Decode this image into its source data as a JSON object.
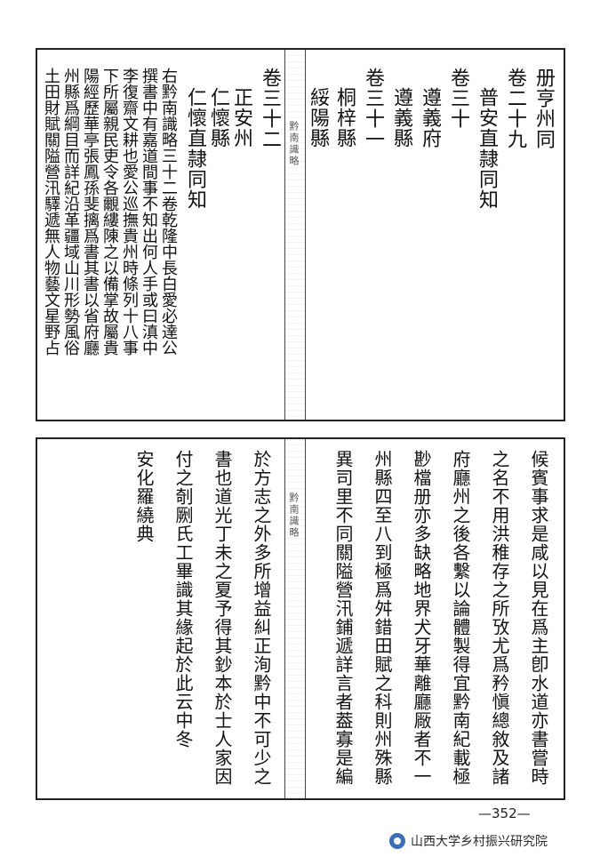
{
  "top_panel": {
    "right_columns": [
      "册亨州同",
      "卷二十九",
      "普安直隷同知",
      "卷三十",
      "遵義府",
      "遵義縣",
      "卷三十一",
      "桐梓縣",
      "綏陽縣",
      "卷三十二",
      "正安州",
      "仁懷縣",
      "仁懷直隷同知"
    ],
    "left_columns": [
      "右黔南識略三十二卷乾隆中長白愛必達公",
      "撰書中有嘉道間事不知出何人手或曰滇中",
      "李復齋文耕也愛公巡撫貴州時條列十八事",
      "下所屬親民吏令各覼縷陳之以備掌故屬貴",
      "陽經歷華亭張鳳孫斐摛爲書其書以省府廳",
      "州縣爲綱目而詳紀沿革疆域山川形勢風俗",
      "土田財賦關隘營汛驛遞無人物藝文星野占"
    ]
  },
  "bottom_panel": {
    "right_columns": [
      "候賓事求是咸以見在爲主卽水道亦書嘗時",
      "之名不用洪稚存之所攷尤爲矜愼總敘及諸",
      "府廳州之後各繫以論體製得宜黔南紀載極",
      "尠檔册亦多缺略地界犬牙華離廳厰者不一",
      "州縣四至八到極爲舛錯田賦之科則州殊縣",
      "異司里不同關隘營汛鋪遞詳言者葢寡是編"
    ],
    "left_columns": [
      "於方志之外多所增益糾正洵黔中不可少之",
      "書也道光丁未之夏予得其鈔本於士人家因",
      "付之剞劂氏工畢識其緣起於此云中冬",
      "安化羅繞典"
    ]
  },
  "spine_top_text": "黔南識略",
  "spine_bottom_text": "黔南識略",
  "page_number": "—352—",
  "watermark_text": "山西大学乡村振兴研究院"
}
